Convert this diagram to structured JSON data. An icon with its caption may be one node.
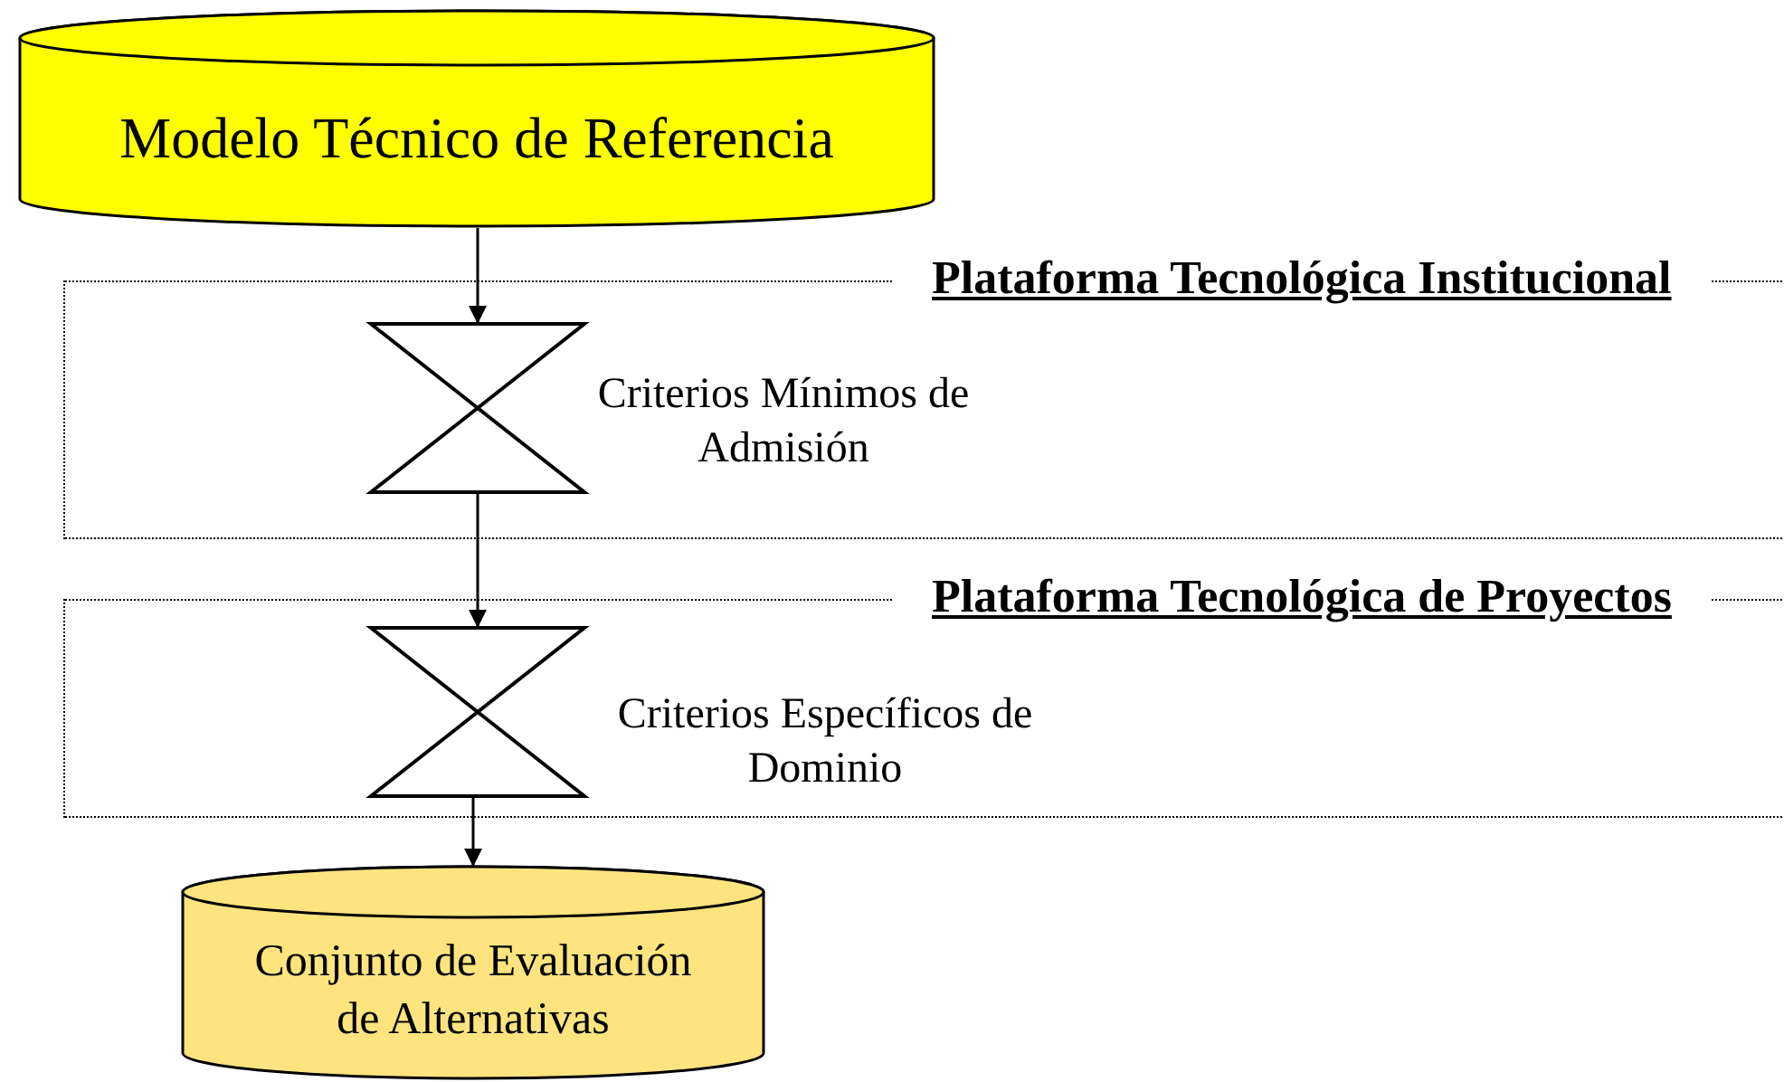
{
  "diagram": {
    "nodes": [
      {
        "text": [
          "Modelo Técnico de Referencia"
        ]
      },
      {
        "text": [
          "Plataforma Tecnológica Institucional"
        ]
      },
      {
        "text": [],
        "shape": "hourglass",
        "in": 1,
        "beside": [
          "Criterios Mínimos de Admisión"
        ]
      },
      {
        "text": [
          "Plataforma Tecnológica de Proyectos"
        ]
      },
      {
        "text": [],
        "shape": "hourglass",
        "in": 3,
        "beside": [
          "Criterios Específicos de Dominio"
        ]
      },
      {
        "text": [
          "Conjunto de Evaluación de Alternativas"
        ]
      }
    ],
    "edges": [
      {
        "from": 0,
        "to": 2,
        "arrow": "to"
      },
      {
        "from": 2,
        "to": 4,
        "arrow": "to"
      },
      {
        "from": 4,
        "to": 5,
        "arrow": "to"
      }
    ]
  }
}
